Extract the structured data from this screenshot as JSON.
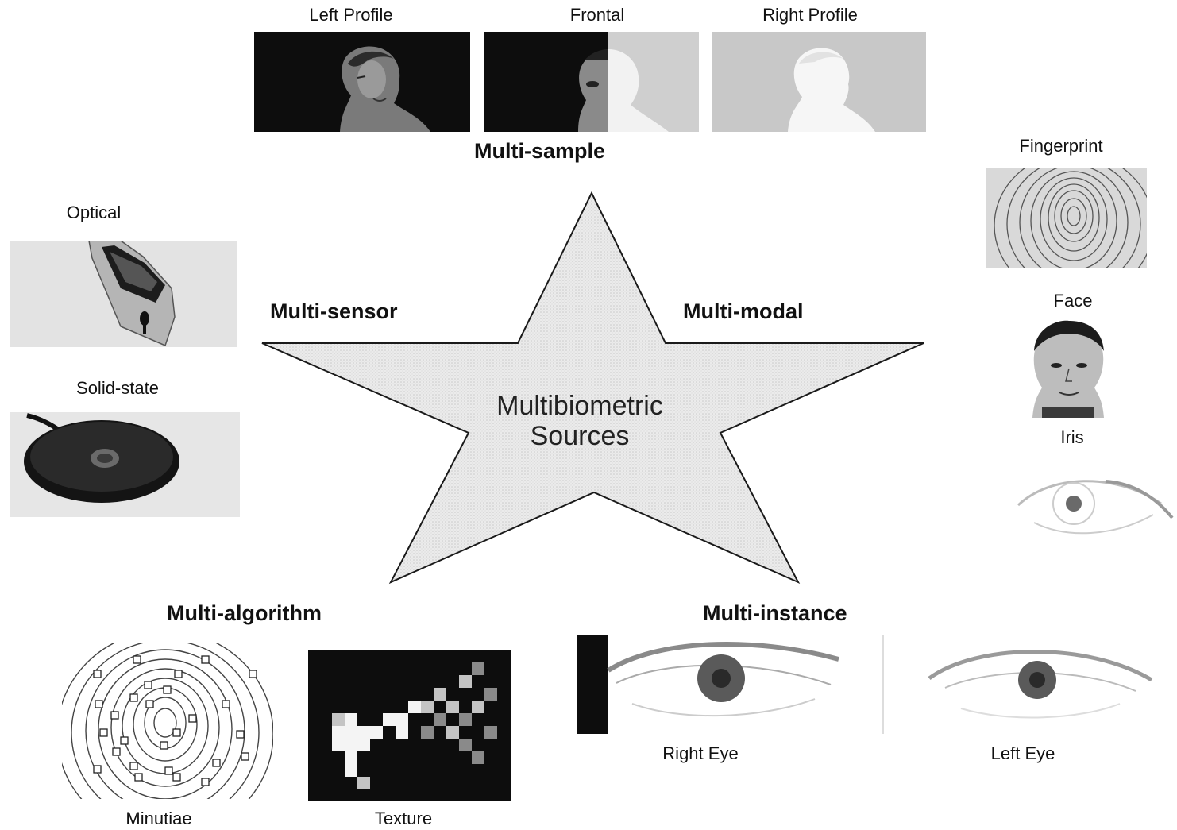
{
  "center": {
    "line1": "Multibiometric",
    "line2": "Sources"
  },
  "categories": {
    "sample": "Multi-sample",
    "sensor": "Multi-sensor",
    "modal": "Multi-modal",
    "algorithm": "Multi-algorithm",
    "instance": "Multi-instance"
  },
  "sample_labels": {
    "left": "Left Profile",
    "frontal": "Frontal",
    "right": "Right Profile"
  },
  "sensor_labels": {
    "optical": "Optical",
    "solid": "Solid-state"
  },
  "modal_labels": {
    "fingerprint": "Fingerprint",
    "face": "Face",
    "iris": "Iris"
  },
  "algorithm_labels": {
    "minutiae": "Minutiae",
    "texture": "Texture"
  },
  "instance_labels": {
    "right_eye": "Right Eye",
    "left_eye": "Left Eye"
  },
  "colors": {
    "star_fill": "#e6e6e6",
    "star_stroke": "#1a1a1a",
    "dark": "#0d0d0d",
    "light_gray": "#d4d4d4"
  }
}
